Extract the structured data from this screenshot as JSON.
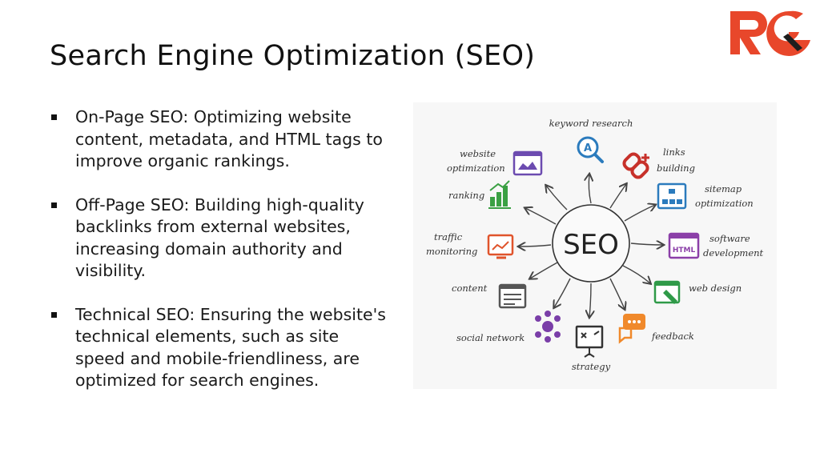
{
  "slide": {
    "title": "Search Engine Optimization (SEO)",
    "logo_text": "RG",
    "brand_color": "#e8472b",
    "brand_dark": "#1e1e1e"
  },
  "bullets": [
    "On-Page SEO: Optimizing website content, metadata, and HTML tags to improve organic rankings.",
    "Off-Page SEO: Building high-quality backlinks from external websites, increasing domain authority and visibility.",
    "Technical SEO: Ensuring the website's technical elements, such as site speed and mobile-friendliness, are optimized for search engines."
  ],
  "diagram": {
    "center_label": "SEO",
    "nodes": {
      "keyword_research": "keyword research",
      "links_building_1": "links",
      "links_building_2": "building",
      "sitemap_1": "sitemap",
      "sitemap_2": "optimization",
      "software_1": "software",
      "software_2": "development",
      "html_icon_text": "HTML",
      "web_design": "web design",
      "feedback": "feedback",
      "strategy": "strategy",
      "social_network": "social network",
      "content": "content",
      "traffic_1": "traffic",
      "traffic_2": "monitoring",
      "ranking": "ranking",
      "website_opt_1": "website",
      "website_opt_2": "optimization",
      "search_icon_letter": "A"
    }
  }
}
